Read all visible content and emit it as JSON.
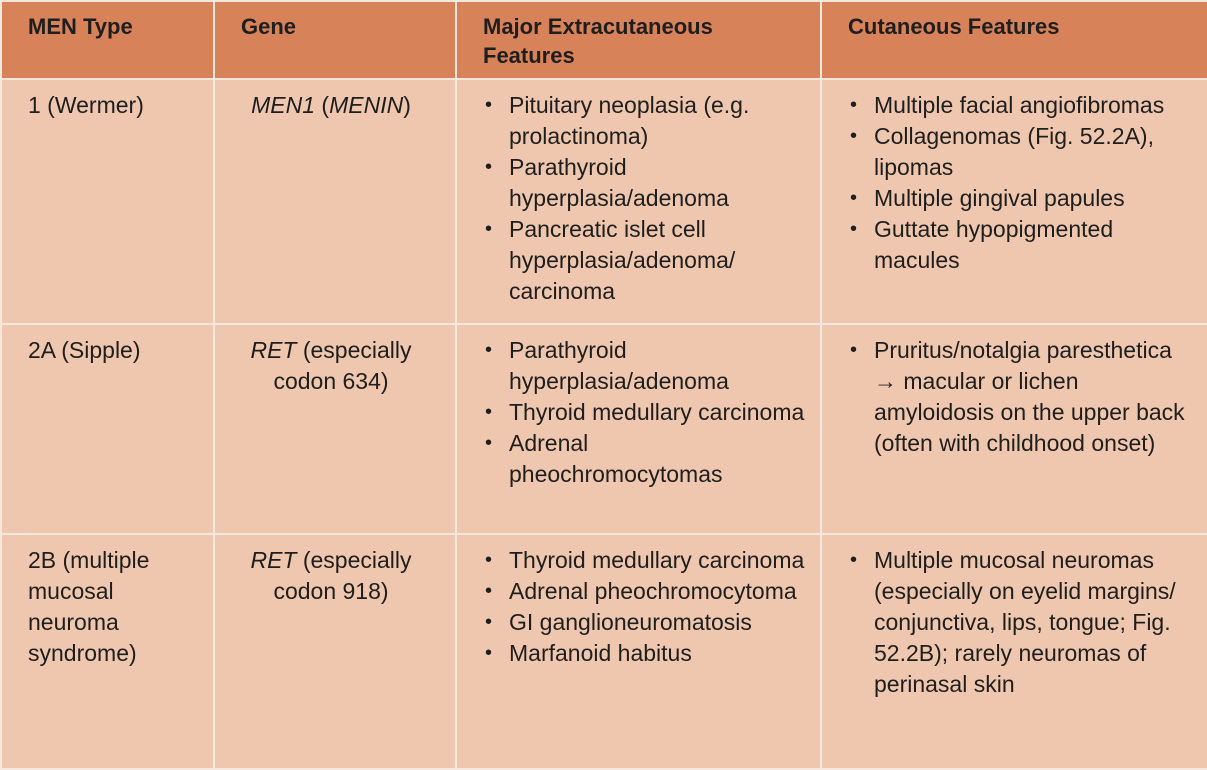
{
  "headers": {
    "type": "MEN Type",
    "gene": "Gene",
    "extra": "Major Extracutaneous Features",
    "cutaneous": "Cutaneous Features"
  },
  "rows": [
    {
      "type": "1 (Wermer)",
      "gene_italic": "MEN1",
      "gene_space": " ",
      "gene_paren_open": "(",
      "gene_italic2": "MENIN",
      "gene_paren_close": ")",
      "gene_rest": "",
      "extra": [
        "Pituitary neoplasia (e.g. prolactinoma)",
        "Parathyroid hyperplasia/adenoma",
        "Pancreatic islet cell hyperplasia/adenoma/ carcinoma"
      ],
      "cutaneous": [
        "Multiple facial angiofibromas",
        "Collagenomas (Fig. 52.2A), lipomas",
        "Multiple gingival papules",
        "Guttate hypopigmented macules"
      ]
    },
    {
      "type": "2A (Sipple)",
      "gene_italic": "RET",
      "gene_rest": " (especially codon 634)",
      "extra": [
        "Parathyroid hyperplasia/adenoma",
        "Thyroid medullary carcinoma",
        "Adrenal pheochromocytomas"
      ],
      "cutaneous": [
        "Pruritus/notalgia paresthetica → macular or lichen amyloidosis on the upper back (often with childhood onset)"
      ]
    },
    {
      "type": "2B (multiple mucosal neuroma syndrome)",
      "gene_italic": "RET",
      "gene_rest": " (especially codon 918)",
      "extra": [
        "Thyroid medullary carcinoma",
        "Adrenal pheochromocytoma",
        "GI ganglioneuromatosis",
        "Marfanoid habitus"
      ],
      "cutaneous": [
        "Multiple mucosal neuromas (especially on eyelid margins/ conjunctiva, lips, tongue; Fig. 52.2B); rarely neuromas of perinasal skin"
      ]
    }
  ],
  "bullet_symbol": "•",
  "colors": {
    "header_bg": "#d8825a",
    "cell_bg": "#efc7af",
    "border": "#f7e7dc"
  }
}
